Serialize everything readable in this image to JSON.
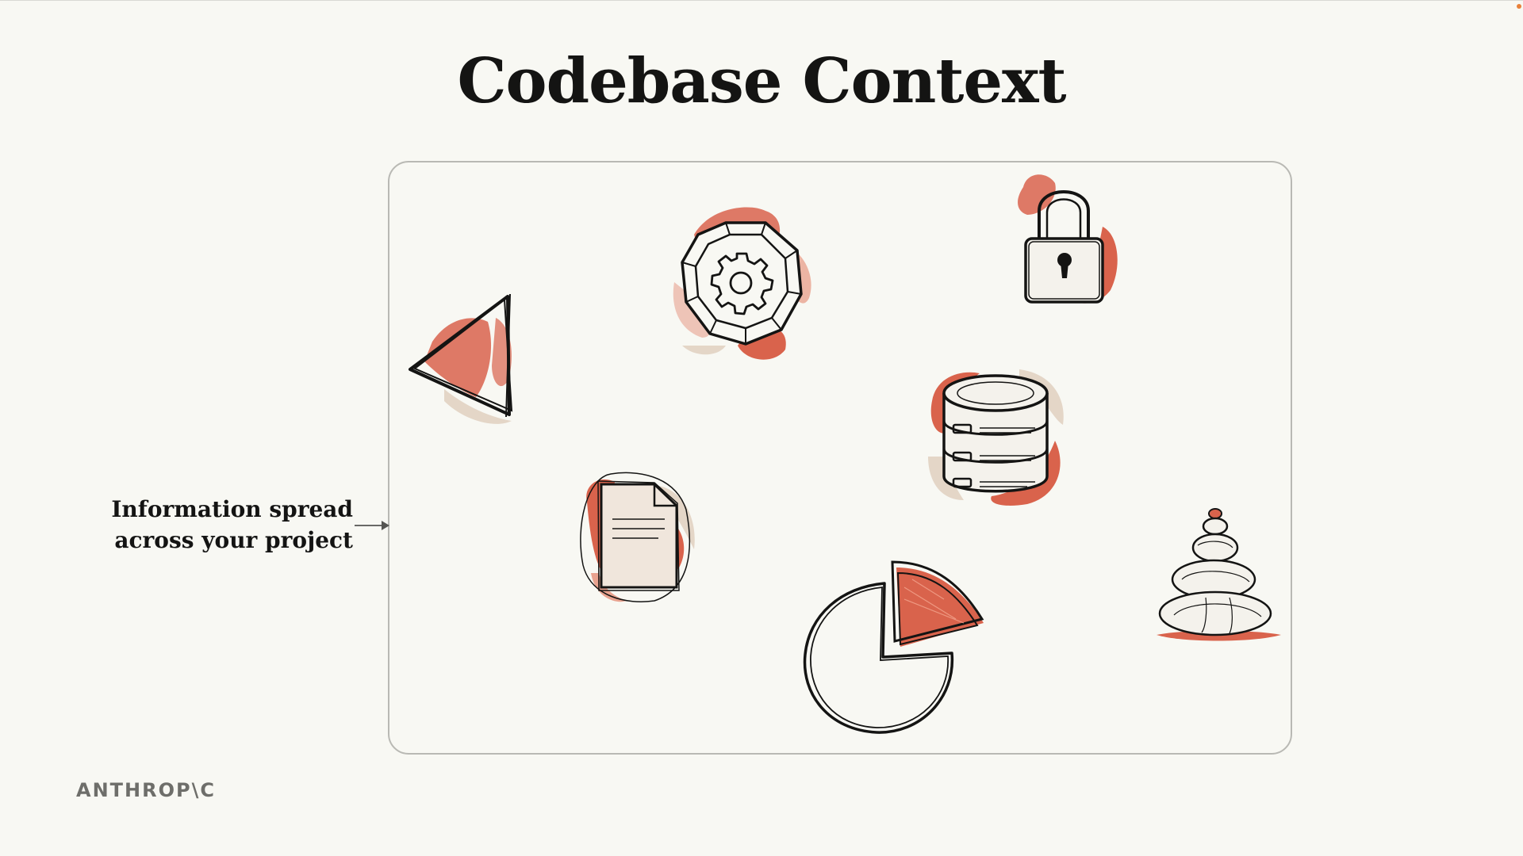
{
  "slide": {
    "title": "Codebase Context",
    "annotation": {
      "line1": "Information spread",
      "line2": "across your project"
    },
    "logo": "ANTHROP\\C"
  },
  "colors": {
    "background": "#f8f8f3",
    "ink": "#141413",
    "accent": "#d9634c",
    "accent_soft": "#e8a28f",
    "sand": "#e4d6c7",
    "frame_border": "#b9b9b4"
  },
  "illustrations": [
    "triangle-icon",
    "octagon-gear-icon",
    "padlock-icon",
    "database-icon",
    "document-icon",
    "pie-chart-icon",
    "stacked-stones-icon"
  ]
}
